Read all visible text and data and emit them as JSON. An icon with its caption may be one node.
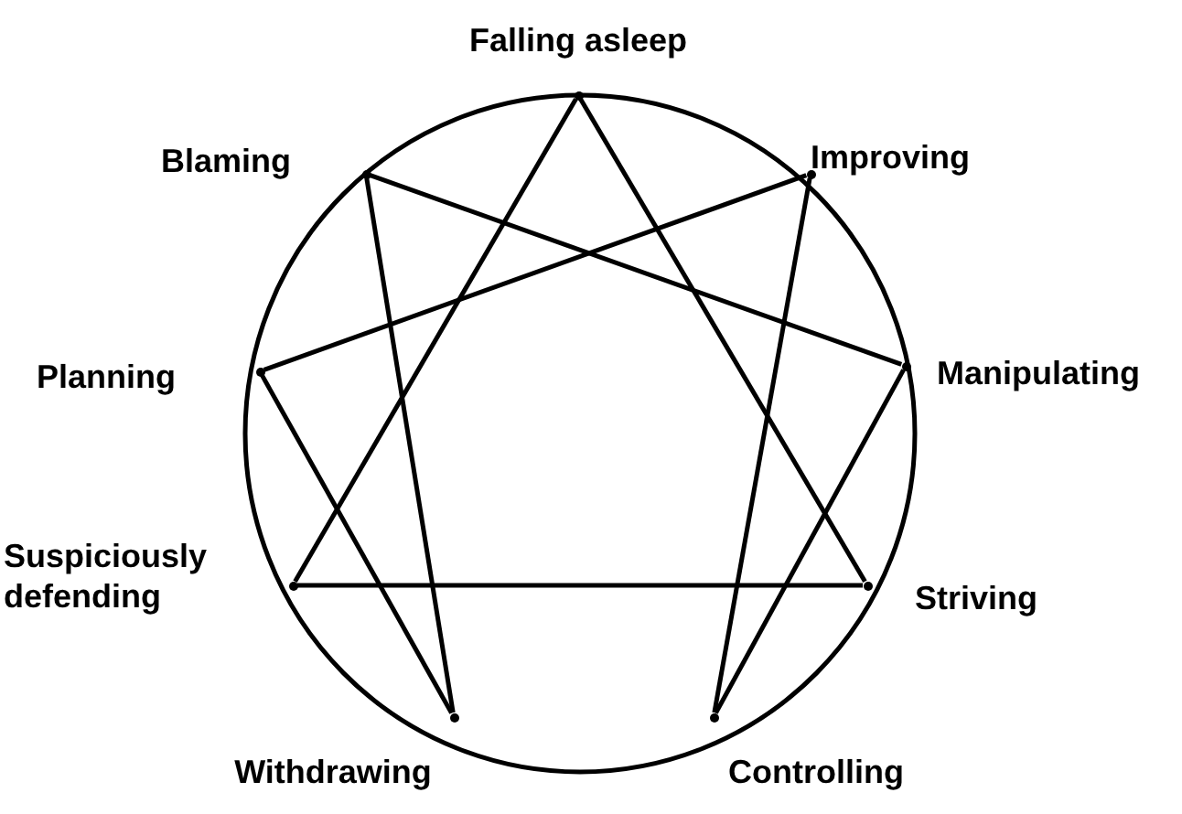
{
  "diagram": {
    "nodes": [
      {
        "text": [],
        "shape": "dot",
        "beside": [
          "Falling asleep"
        ]
      },
      {
        "text": [],
        "shape": "dot",
        "beside": [
          "Improving"
        ]
      },
      {
        "text": [],
        "shape": "dot",
        "beside": [
          "Manipulating"
        ]
      },
      {
        "text": [],
        "shape": "dot",
        "beside": [
          "Striving"
        ]
      },
      {
        "text": [],
        "shape": "dot",
        "beside": [
          "Controlling"
        ]
      },
      {
        "text": [],
        "shape": "dot",
        "beside": [
          "Withdrawing"
        ]
      },
      {
        "text": [],
        "shape": "dot",
        "beside": [
          "Suspiciously defending"
        ]
      },
      {
        "text": [],
        "shape": "dot",
        "beside": [
          "Planning"
        ]
      },
      {
        "text": [],
        "shape": "dot",
        "beside": [
          "Blaming"
        ]
      }
    ],
    "edges": [
      {
        "from": 0,
        "to": 3,
        "arrow": "none"
      },
      {
        "from": 3,
        "to": 6,
        "arrow": "none"
      },
      {
        "from": 6,
        "to": 0,
        "arrow": "none"
      },
      {
        "from": 1,
        "to": 4,
        "arrow": "none"
      },
      {
        "from": 4,
        "to": 2,
        "arrow": "none"
      },
      {
        "from": 2,
        "to": 8,
        "arrow": "none"
      },
      {
        "from": 8,
        "to": 5,
        "arrow": "none"
      },
      {
        "from": 5,
        "to": 7,
        "arrow": "none"
      },
      {
        "from": 7,
        "to": 1,
        "arrow": "none"
      }
    ]
  }
}
